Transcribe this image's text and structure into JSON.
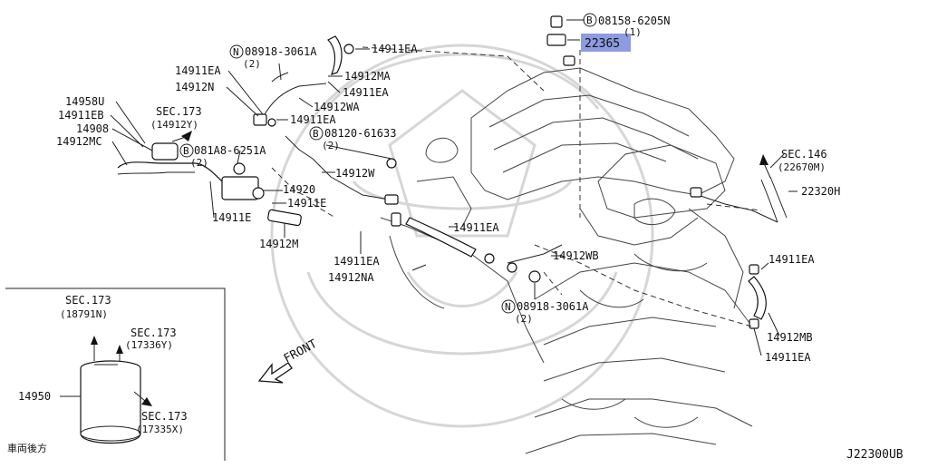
{
  "diagram_id": "J22300UB",
  "labels": {
    "bolt_top": "08158-6205N",
    "bolt_top_qty": "(1)",
    "highlight_part": "22365",
    "nut_top": "08918-3061A",
    "nut_top_qty": "(2)",
    "clip_top": "14911EA",
    "hose_ma": "14912MA",
    "clip_ma": "14911EA",
    "hose_wa": "14912WA",
    "clip_left_top": "14911EA",
    "hose_n": "14912N",
    "clip_left2": "14911EA",
    "part_14958u": "14958U",
    "part_14911eb": "14911EB",
    "sec173_a": "SEC.173",
    "sec173_a_ref": "(14912Y)",
    "part_14908": "14908",
    "hose_mc": "14912MC",
    "bolt_mid": "081A8-6251A",
    "bolt_mid_qty": "(2)",
    "bolt_b2": "08120-61633",
    "bolt_b2_qty": "(2)",
    "hose_w": "14912W",
    "part_14920": "14920",
    "clip_e1": "14911E",
    "clip_e2": "14911E",
    "hose_m": "14912M",
    "clip_mid": "14911EA",
    "clip_low": "14911EA",
    "hose_na": "14912NA",
    "hose_wb": "14912WB",
    "nut_low": "08918-3061A",
    "nut_low_qty": "(2)",
    "sec146": "SEC.146",
    "sec146_ref": "(22670M)",
    "hose_h": "22320H",
    "clip_right1": "14911EA",
    "hose_mb": "14912MB",
    "clip_right2": "14911EA",
    "front": "FRONT",
    "inset_sec1": "SEC.173",
    "inset_sec1_ref": "(18791N)",
    "inset_sec2": "SEC.173",
    "inset_sec2_ref": "(17336Y)",
    "canister": "14950",
    "inset_sec3": "SEC.173",
    "inset_sec3_ref": "(17335X)",
    "inset_caption": "車両後方",
    "circle_n": "N",
    "circle_b": "B"
  },
  "colors": {
    "highlight": "#8e9be0",
    "line": "#222222",
    "watermark": "#d6d6d6"
  }
}
